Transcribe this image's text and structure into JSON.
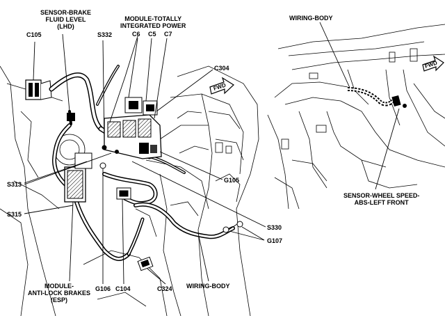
{
  "labels": {
    "sensor_brake": "SENSOR-BRAKE\nFLUID LEVEL\n(LHD)",
    "c105": "C105",
    "s332": "S332",
    "module_tip": "MODULE-TOTALLY\nINTEGRATED POWER",
    "c6": "C6",
    "c5": "C5",
    "c7": "C7",
    "c304": "C304",
    "wiring_body_top": "WIRING-BODY",
    "sensor_wheel": "SENSOR-WHEEL SPEED-\nABS-LEFT FRONT",
    "s313": "S313",
    "g105": "G105",
    "s315": "S315",
    "s330": "S330",
    "g107": "G107",
    "module_abs": "MODULE-\nANTI-LOCK BRAKES\n(ESP)",
    "g106": "G106",
    "c104": "C104",
    "c324": "C324",
    "wiring_body_bottom": "WIRING-BODY"
  },
  "fwd_arrows": [
    "FWD",
    "FWD"
  ],
  "colors": {
    "ink": "#000000",
    "paper": "#ffffff",
    "shade": "#555555"
  }
}
